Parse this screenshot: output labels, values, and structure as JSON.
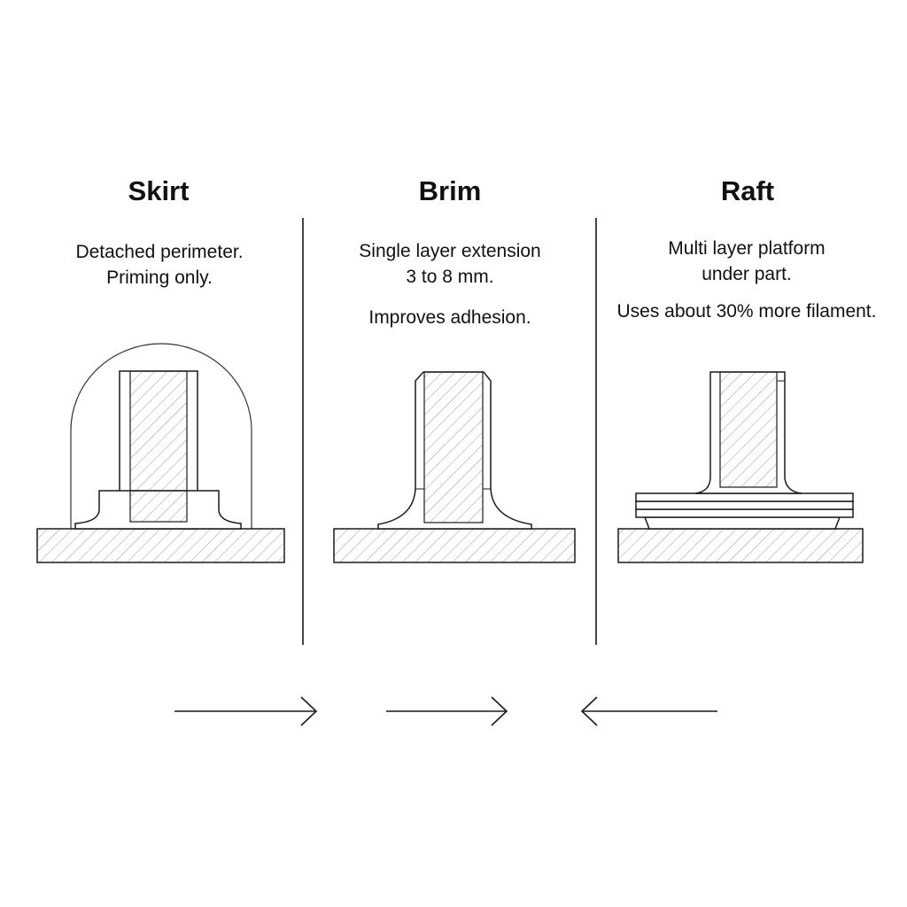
{
  "panels": [
    {
      "title": "Skirt",
      "lines": [
        "Detached perimeter.",
        "Priming only."
      ],
      "note": ""
    },
    {
      "title": "Brim",
      "lines": [
        "Single layer extension",
        "3 to 8 mm."
      ],
      "note": "Improves adhesion."
    },
    {
      "title": "Raft",
      "lines": [
        "Multi layer platform",
        "under part."
      ],
      "note": "Uses about 30% more filament."
    }
  ],
  "arrows": [
    "right",
    "right",
    "left"
  ],
  "colors": {
    "line": "#1a1a1a",
    "hatch": "#9a9a9a",
    "background": "#ffffff"
  }
}
